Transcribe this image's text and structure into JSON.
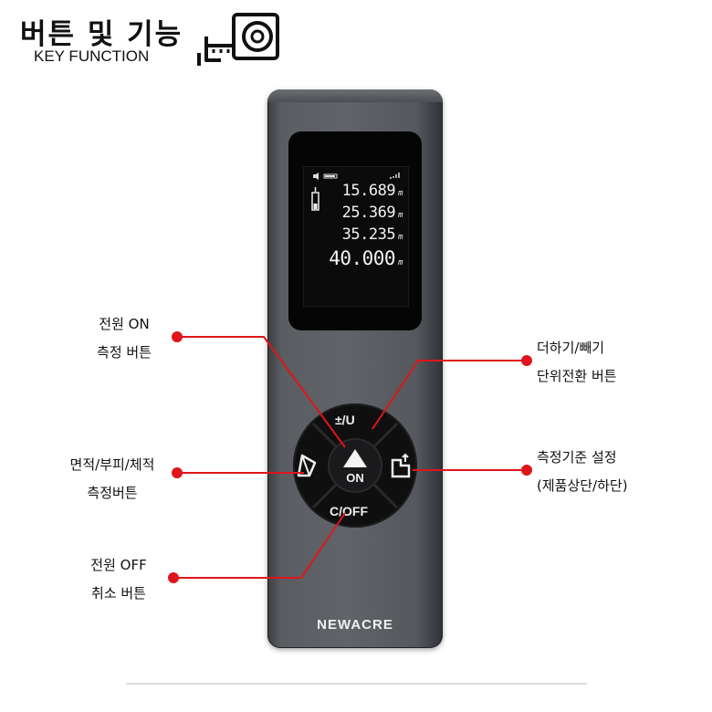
{
  "header": {
    "title_ko": "버튼 및 기능",
    "title_en": "KEY FUNCTION",
    "icon": "tape-measure-icon"
  },
  "device": {
    "brand": "NEWACRE",
    "screen": {
      "readings": [
        {
          "value": "15.689",
          "unit": "m"
        },
        {
          "value": "25.369",
          "unit": "m"
        },
        {
          "value": "35.235",
          "unit": "m"
        },
        {
          "value": "40.000",
          "unit": "m"
        }
      ]
    },
    "keys": {
      "top": "±/U",
      "center_label": "ON",
      "bottom": "C/OFF"
    }
  },
  "annotations": {
    "power_on": {
      "line1": "전원 ON",
      "line2": "측정 버튼"
    },
    "area_volume": {
      "line1": "면적/부피/체적",
      "line2": "측정버튼"
    },
    "power_off": {
      "line1": "전원 OFF",
      "line2": "취소 버튼"
    },
    "add_subtract": {
      "line1": "더하기/빼기",
      "line2": "단위전환 버튼"
    },
    "reference": {
      "line1": "측정기준 설정",
      "line2": "(제품상단/하단)"
    }
  },
  "colors": {
    "callout": "#e0151b",
    "device_body": "#5a5d62",
    "screen": "#050505"
  }
}
